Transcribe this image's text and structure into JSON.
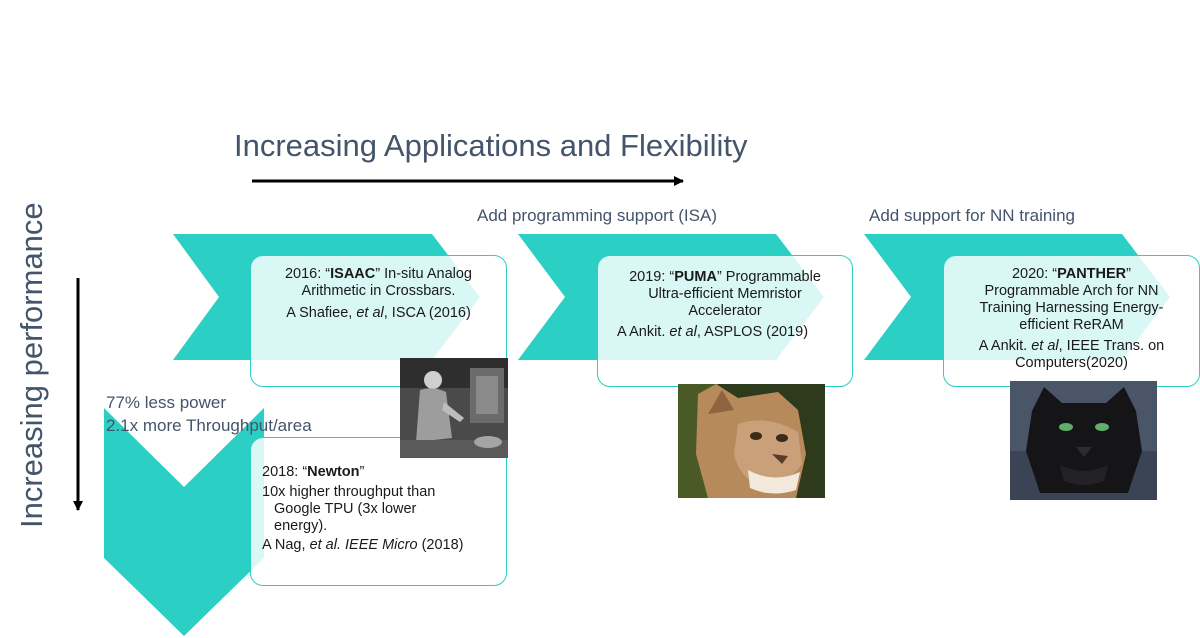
{
  "header": {
    "title": "Increasing Applications and Flexibility",
    "vertical_title": "Increasing performance"
  },
  "annotations": {
    "puma_step": "Add programming support (ISA)",
    "panther_step": "Add support for NN training"
  },
  "isaac": {
    "year": "2016: “",
    "name": "ISAAC",
    "desc_a": "” In-situ Analog",
    "desc_b": "Arithmetic in Crossbars.",
    "cite_pre": "A Shafiee, ",
    "cite_etal": "et al",
    "cite_post": ", ISCA (2016)"
  },
  "newton": {
    "gain_1": "77% less power",
    "gain_2": "2.1x more Throughput/area",
    "year": "2018: “",
    "name": "Newton",
    "close": "”",
    "line_1": "10x higher throughput than",
    "line_2": "Google TPU (3x lower",
    "line_3": "energy).",
    "cite_pre": "A Nag, ",
    "cite_etal": "et al. IEEE Micro",
    "cite_post": " (2018)"
  },
  "puma": {
    "year": "2019: “",
    "name": "PUMA",
    "desc_a": "” Programmable",
    "desc_b": "Ultra-efficient Memristor",
    "desc_c": "Accelerator",
    "cite_pre": "A Ankit. ",
    "cite_etal": "et al",
    "cite_post": ", ASPLOS (2019)"
  },
  "panther": {
    "year": "2020: “",
    "name": "PANTHER",
    "close": "”",
    "desc_a": "Programmable Arch for NN",
    "desc_b": "Training Harnessing Energy-",
    "desc_c": "efficient ReRAM",
    "cite_pre": "A Ankit. ",
    "cite_etal": "et al",
    "cite_post": ", IEEE Trans. on",
    "cite_post_2": "Computers(2020)"
  },
  "images": {
    "isaac": "isaac-newton-engraving",
    "puma": "puma-cougar-photo",
    "panther": "black-panther-photo"
  },
  "colors": {
    "accent": "#2ccfc4",
    "heading_text": "#44546a",
    "arrow": "#000000"
  }
}
